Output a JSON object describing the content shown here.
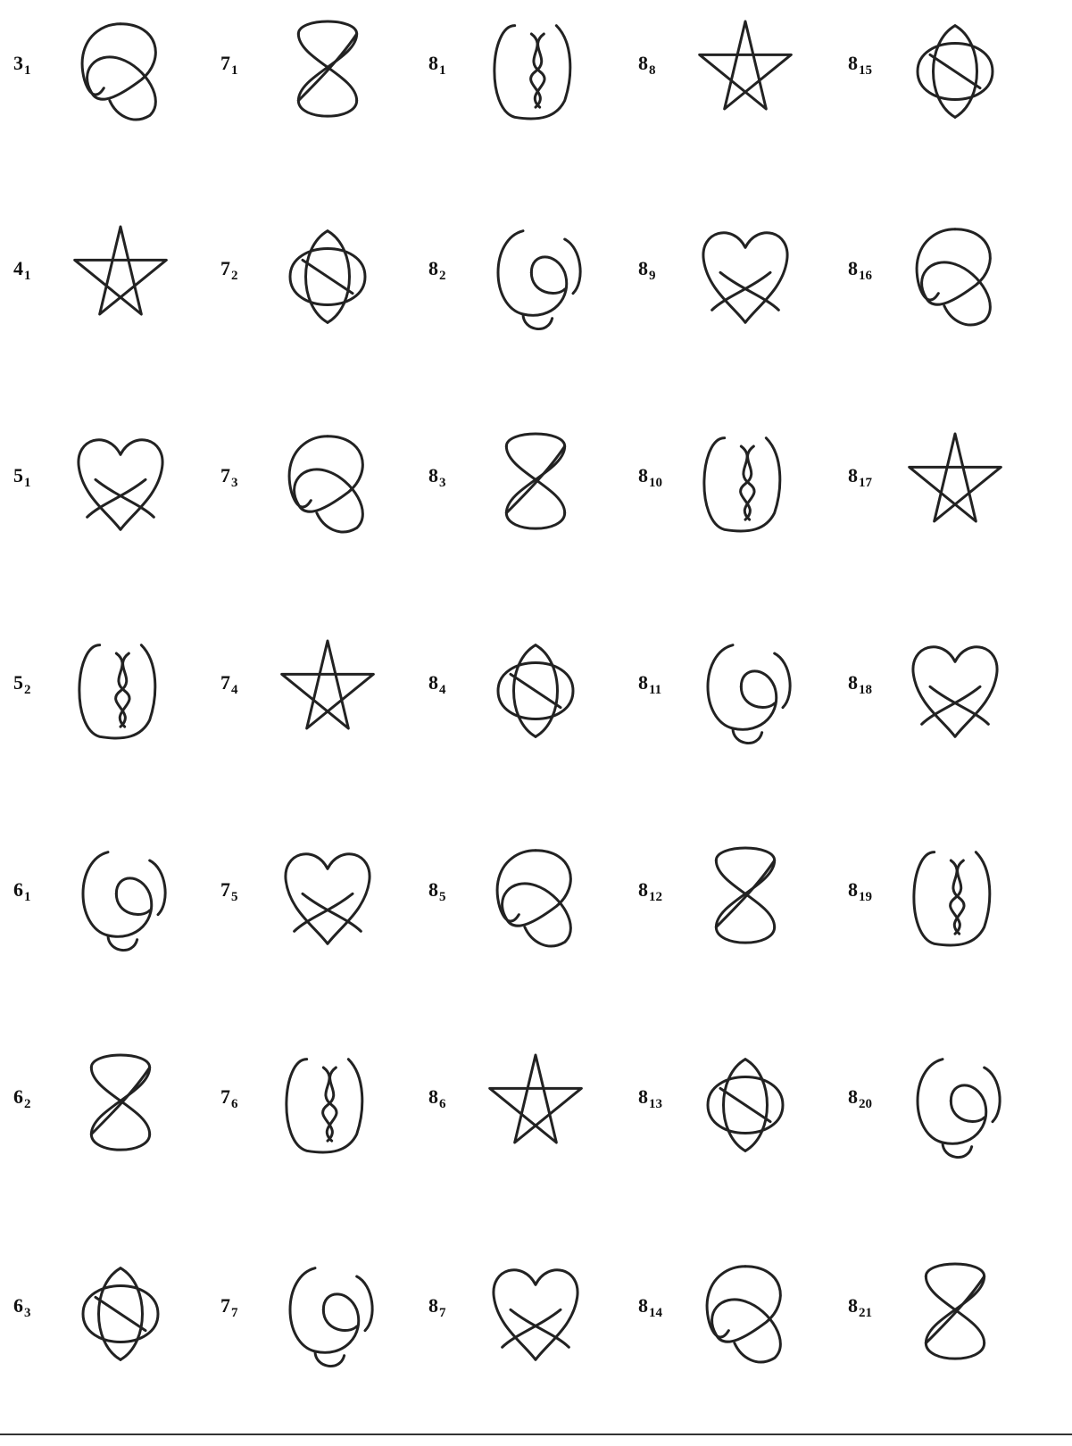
{
  "knots": [
    {
      "num": "3",
      "idx": "1"
    },
    {
      "num": "7",
      "idx": "1"
    },
    {
      "num": "8",
      "idx": "1"
    },
    {
      "num": "8",
      "idx": "8"
    },
    {
      "num": "8",
      "idx": "15"
    },
    {
      "num": "4",
      "idx": "1"
    },
    {
      "num": "7",
      "idx": "2"
    },
    {
      "num": "8",
      "idx": "2"
    },
    {
      "num": "8",
      "idx": "9"
    },
    {
      "num": "8",
      "idx": "16"
    },
    {
      "num": "5",
      "idx": "1"
    },
    {
      "num": "7",
      "idx": "3"
    },
    {
      "num": "8",
      "idx": "3"
    },
    {
      "num": "8",
      "idx": "10"
    },
    {
      "num": "8",
      "idx": "17"
    },
    {
      "num": "5",
      "idx": "2"
    },
    {
      "num": "7",
      "idx": "4"
    },
    {
      "num": "8",
      "idx": "4"
    },
    {
      "num": "8",
      "idx": "11"
    },
    {
      "num": "8",
      "idx": "18"
    },
    {
      "num": "6",
      "idx": "1"
    },
    {
      "num": "7",
      "idx": "5"
    },
    {
      "num": "8",
      "idx": "5"
    },
    {
      "num": "8",
      "idx": "12"
    },
    {
      "num": "8",
      "idx": "19"
    },
    {
      "num": "6",
      "idx": "2"
    },
    {
      "num": "7",
      "idx": "6"
    },
    {
      "num": "8",
      "idx": "6"
    },
    {
      "num": "8",
      "idx": "13"
    },
    {
      "num": "8",
      "idx": "20"
    },
    {
      "num": "6",
      "idx": "3"
    },
    {
      "num": "7",
      "idx": "7"
    },
    {
      "num": "8",
      "idx": "7"
    },
    {
      "num": "8",
      "idx": "14"
    },
    {
      "num": "8",
      "idx": "21"
    }
  ]
}
